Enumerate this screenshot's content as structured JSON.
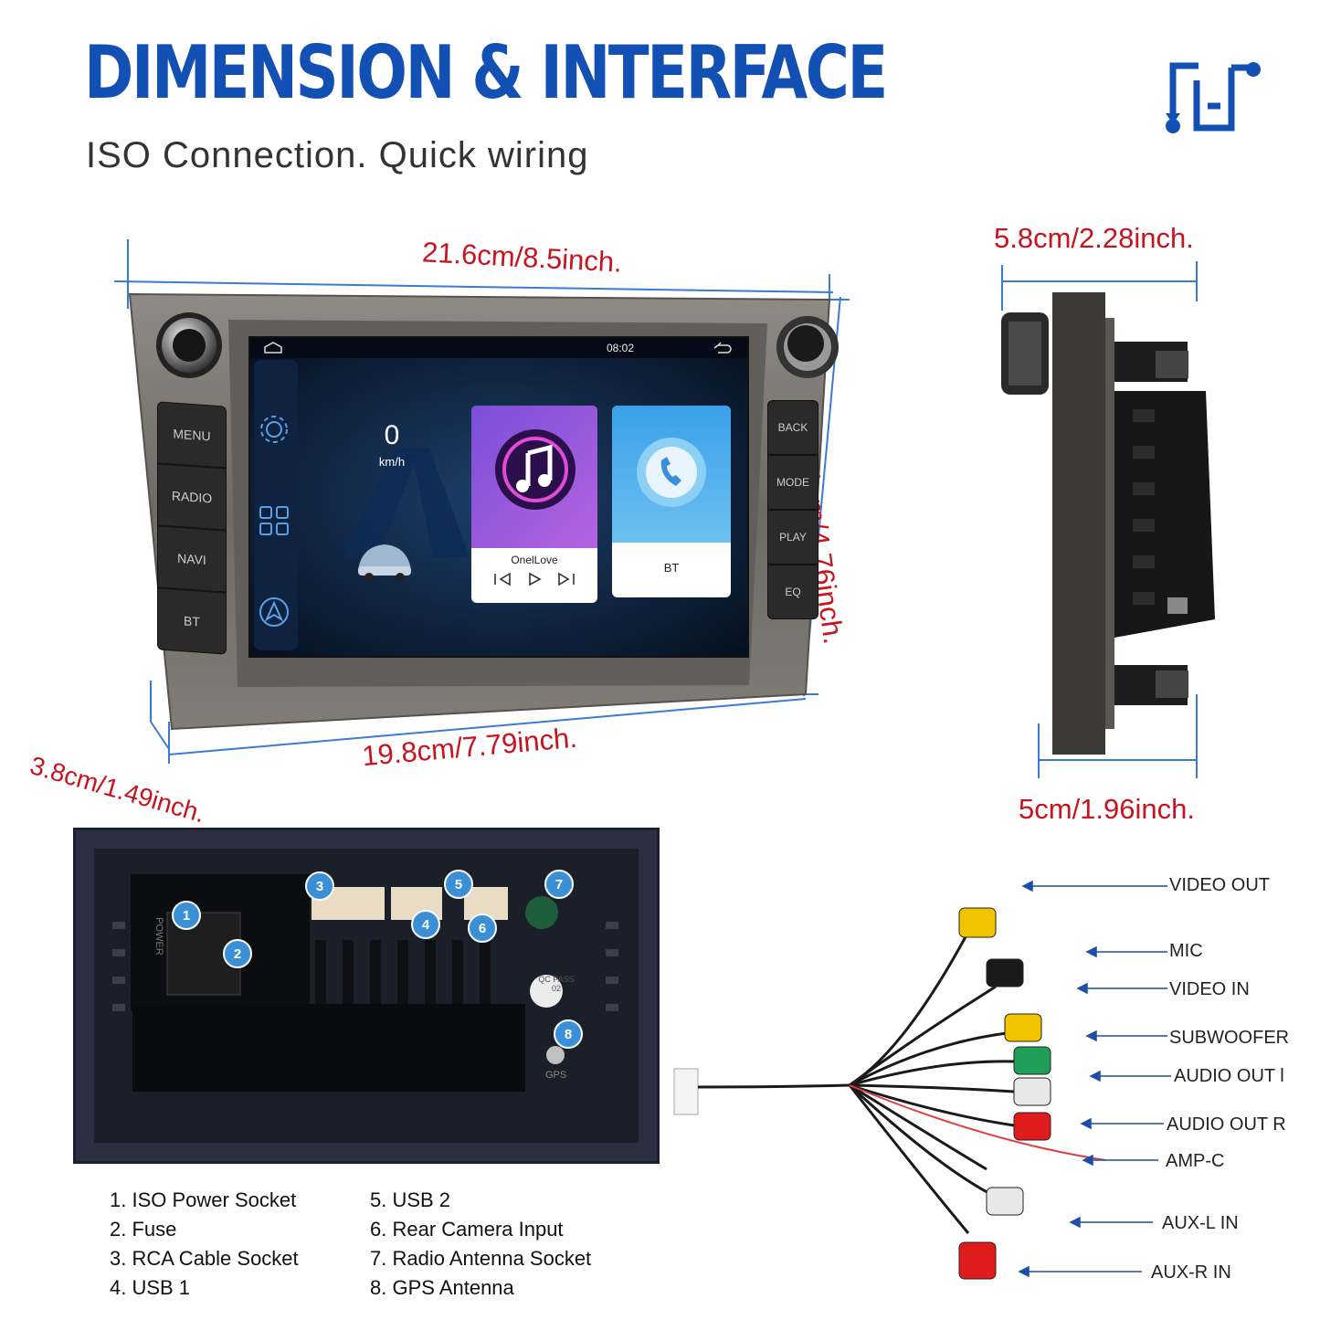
{
  "header": {
    "title": "DIMENSION & INTERFACE",
    "subtitle": "ISO Connection. Quick wiring"
  },
  "dimensions": {
    "front_width": "21.6cm/8.5inch.",
    "front_height": "12.1cm/4.76inch.",
    "frame_width": "19.8cm/7.79inch.",
    "frame_depth": "3.8cm/1.49inch.",
    "side_depth_top": "5.8cm/2.28inch.",
    "side_depth_bottom": "5cm/1.96inch."
  },
  "device": {
    "left_buttons": [
      "MENU",
      "RADIO",
      "NAVI",
      "BT"
    ],
    "right_buttons": [
      "BACK",
      "MODE",
      "PLAY",
      "EQ"
    ],
    "screen": {
      "time": "08:02",
      "speed": "0",
      "speed_unit": "km/h",
      "music_title": "OnelLove",
      "bt_label": "BT"
    }
  },
  "back_panel": {
    "markers": [
      "1",
      "2",
      "3",
      "4",
      "5",
      "6",
      "7",
      "8"
    ],
    "qc_text": "QC PASS 02",
    "power_text": "POWER",
    "gps_text": "GPS"
  },
  "legend": {
    "left": [
      "1. ISO Power Socket",
      "2. Fuse",
      "3. RCA Cable Socket",
      "4. USB 1"
    ],
    "right": [
      "5. USB 2",
      "6. Rear Camera Input",
      "7. Radio Antenna Socket",
      "8. GPS Antenna"
    ]
  },
  "cable": {
    "labels": [
      "VIDEO OUT",
      "MIC",
      "VIDEO IN",
      "SUBWOOFER",
      "AUDIO OUT l",
      "AUDIO OUT R",
      "AMP-C",
      "AUX-L IN",
      "AUX-R IN"
    ],
    "plug_colors": [
      "#f2c400",
      "#1a1a1a",
      "#f2c400",
      "#1f9e5a",
      "#e8e8e8",
      "#e01b1b",
      "#e01b1b",
      "#e8e8e8",
      "#e01b1b"
    ]
  },
  "accent_colors": {
    "brand_blue": "#1350b4",
    "dimension_red": "#c8141e",
    "dimension_line_blue": "#3a7bd5"
  },
  "icons": [
    "link-arrows-icon",
    "settings-gear-icon",
    "apps-grid-icon",
    "navigation-icon",
    "music-note-icon",
    "phone-bluetooth-icon",
    "home-icon",
    "back-icon"
  ]
}
